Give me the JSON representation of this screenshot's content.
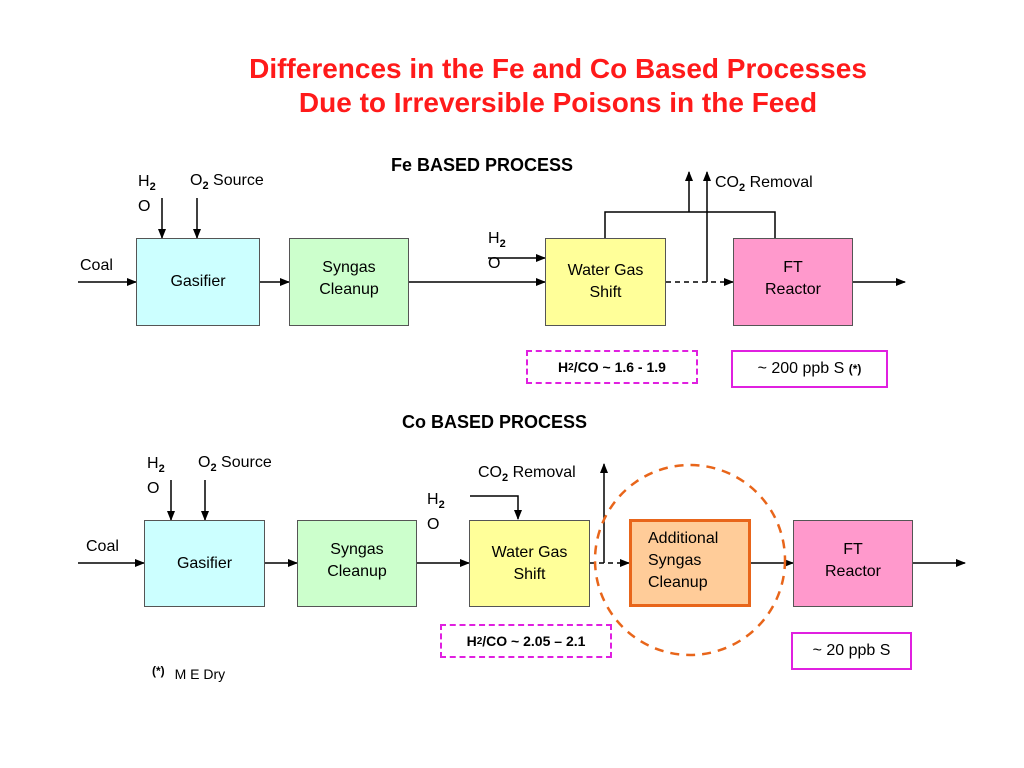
{
  "title": {
    "line1": "Differences in the Fe and Co Based Processes",
    "line2": "Due to Irreversible Poisons in the Feed"
  },
  "fe": {
    "heading": "Fe BASED PROCESS",
    "coal": "Coal",
    "h2o_h": "H",
    "h2o_2": "2",
    "h2o_o": "O",
    "o2_o": "O",
    "o2_2": "2",
    "o2_rest": " Source",
    "gasifier": "Gasifier",
    "syngas_1": "Syngas",
    "syngas_2": "Cleanup",
    "wgs_1": "Water Gas",
    "wgs_2": "Shift",
    "ft_1": "FT",
    "ft_2": "Reactor",
    "co2_co": "CO",
    "co2_2": "2",
    "co2_rest": " Removal",
    "ratio_h": "H",
    "ratio_2": "2",
    "ratio_rest": "/CO ~ 1.6 - 1.9",
    "ppb": "~ 200 ppb S ",
    "ppb_mark": "(*)"
  },
  "co": {
    "heading": "Co BASED PROCESS",
    "coal": "Coal",
    "h2o_h": "H",
    "h2o_2": "2",
    "h2o_o": "O",
    "o2_o": "O",
    "o2_2": "2",
    "o2_rest": " Source",
    "gasifier": "Gasifier",
    "syngas_1": "Syngas",
    "syngas_2": "Cleanup",
    "wgs_1": "Water Gas",
    "wgs_2": "Shift",
    "add_1": "Additional",
    "add_2": "Syngas",
    "add_3": "Cleanup",
    "ft_1": "FT",
    "ft_2": "Reactor",
    "co2_co": "CO",
    "co2_2": "2",
    "co2_rest": " Removal",
    "ratio_h": "H",
    "ratio_2": "2",
    "ratio_rest": "/CO ~ 2.05 – 2.1",
    "ppb": "~ 20 ppb S"
  },
  "footnote": {
    "mark": "(*)",
    "text": "M E Dry"
  },
  "colors": {
    "title": "#ff1a1a",
    "gasifier": "#ccffff",
    "syngas": "#ccffcc",
    "wgs": "#ffff99",
    "ft": "#ff99cc",
    "additional": "#ffcc99",
    "highlight_circle": "#e8651a",
    "dashed_box": "#e020e0"
  }
}
